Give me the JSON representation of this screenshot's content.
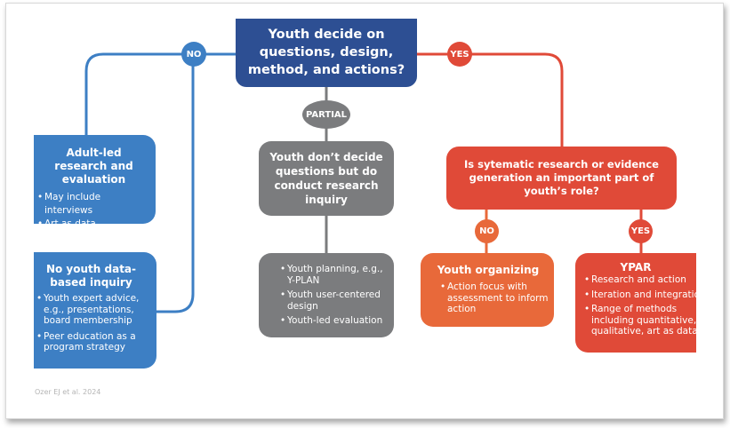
{
  "diagram": {
    "colors": {
      "dark_blue": "#2d4f93",
      "blue": "#3d7fc4",
      "gray": "#7b7c7e",
      "red": "#e04a38",
      "orange": "#e8693a"
    },
    "root": {
      "text": "Youth decide on questions, design, method, and actions?"
    },
    "branches": {
      "no": "NO",
      "partial": "PARTIAL",
      "yes": "YES"
    },
    "adult_led": {
      "title": "Adult-led research and evaluation",
      "bullets": [
        "May include interviews",
        "Art as data"
      ]
    },
    "no_youth_data": {
      "title": "No youth data-based inquiry",
      "bullets": [
        "Youth expert advice, e.g., presentations, board membership",
        "Peer education as a program strategy"
      ]
    },
    "partial_box": {
      "title": "Youth don’t decide questions but do conduct research inquiry"
    },
    "partial_examples": {
      "bullets": [
        "Youth planning, e.g., Y-PLAN",
        "Youth user-centered design",
        "Youth-led evaluation"
      ]
    },
    "systematic_question": {
      "text": "Is sytematic research or evidence generation an important part of youth’s role?"
    },
    "sub_branches": {
      "no": "NO",
      "yes": "YES"
    },
    "youth_organizing": {
      "title": "Youth organizing",
      "bullets": [
        "Action focus with assessment to inform action"
      ]
    },
    "ypar": {
      "title": "YPAR",
      "bullets": [
        "Research and action",
        "Iteration and integration",
        "Range of methods including quantitative, qualitative, art as data"
      ]
    },
    "citation": "Ozer EJ et al. 2024"
  }
}
